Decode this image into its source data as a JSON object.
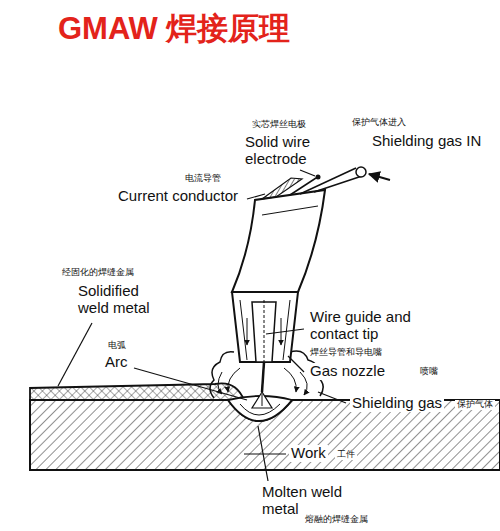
{
  "diagram": {
    "title": "GMAW 焊接原理",
    "labels": [
      "实芯焊丝电极",
      "Solid wire electrode",
      "保护气体进入",
      "Shielding gas IN",
      "电流导管",
      "Current conductor",
      "经固化的焊缝金属",
      "Solidified weld metal",
      "电弧",
      "Arc",
      "Wire guide and contact tip",
      "焊丝导管和导电嘴",
      "Gas nozzle",
      "喷嘴",
      "Shielding gas",
      "保护气体",
      "Work",
      "工件",
      "Molten weld metal",
      "熔融的焊缝金属"
    ]
  }
}
